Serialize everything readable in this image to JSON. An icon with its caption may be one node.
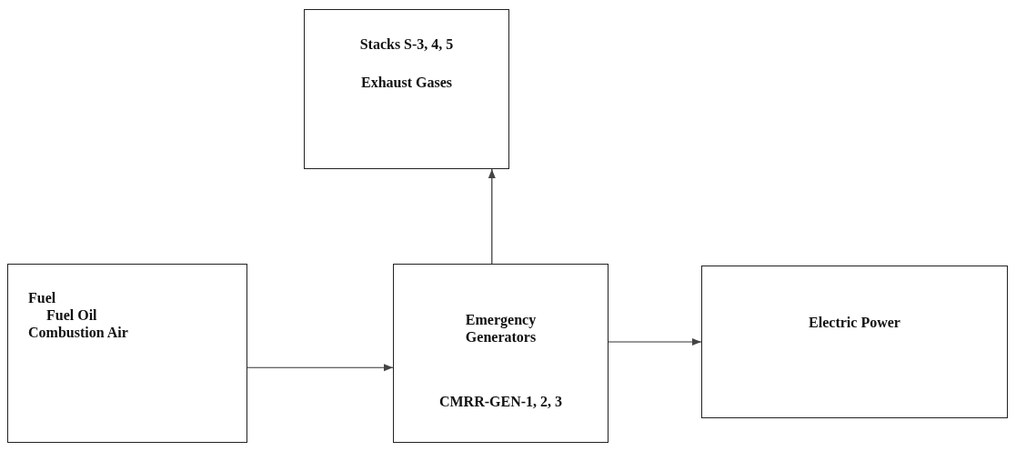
{
  "diagram": {
    "nodes": [
      {
        "text": [
          "Stacks S-3, 4, 5",
          "Exhaust Gases"
        ]
      },
      {
        "text": [
          "Fuel",
          "Fuel Oil",
          "Combustion Air"
        ]
      },
      {
        "text": [
          "Emergency Generators",
          "CMRR-GEN-1, 2, 3"
        ]
      },
      {
        "text": [
          "Electric Power"
        ]
      }
    ],
    "edges": [
      {
        "from": 1,
        "to": 2,
        "arrow": "to"
      },
      {
        "from": 2,
        "to": 0,
        "arrow": "to"
      },
      {
        "from": 2,
        "to": 3,
        "arrow": "to"
      }
    ]
  }
}
